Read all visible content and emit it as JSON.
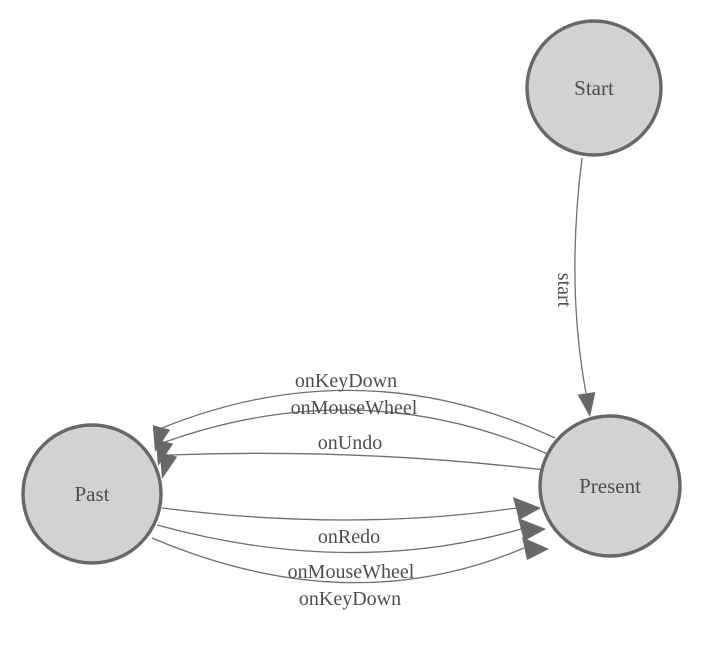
{
  "diagram": {
    "type": "state-machine",
    "nodes": [
      {
        "id": "start-state",
        "label": "Start"
      },
      {
        "id": "past-state",
        "label": "Past"
      },
      {
        "id": "present-state",
        "label": "Present"
      }
    ],
    "edges": [
      {
        "from": "Start",
        "to": "Present",
        "label": "start"
      },
      {
        "from": "Present",
        "to": "Past",
        "label": "onKeyDown"
      },
      {
        "from": "Present",
        "to": "Past",
        "label": "onMouseWheel"
      },
      {
        "from": "Present",
        "to": "Past",
        "label": "onUndo"
      },
      {
        "from": "Past",
        "to": "Present",
        "label": "onRedo"
      },
      {
        "from": "Past",
        "to": "Present",
        "label": "onMouseWheel"
      },
      {
        "from": "Past",
        "to": "Present",
        "label": "onKeyDown"
      }
    ],
    "colors": {
      "node_fill": "#d2d2d2",
      "node_stroke": "#676767",
      "edge_line": "#6f6f6f",
      "arrowhead": "#686868",
      "text": "#4e4e4e",
      "background": "#ffffff"
    }
  }
}
